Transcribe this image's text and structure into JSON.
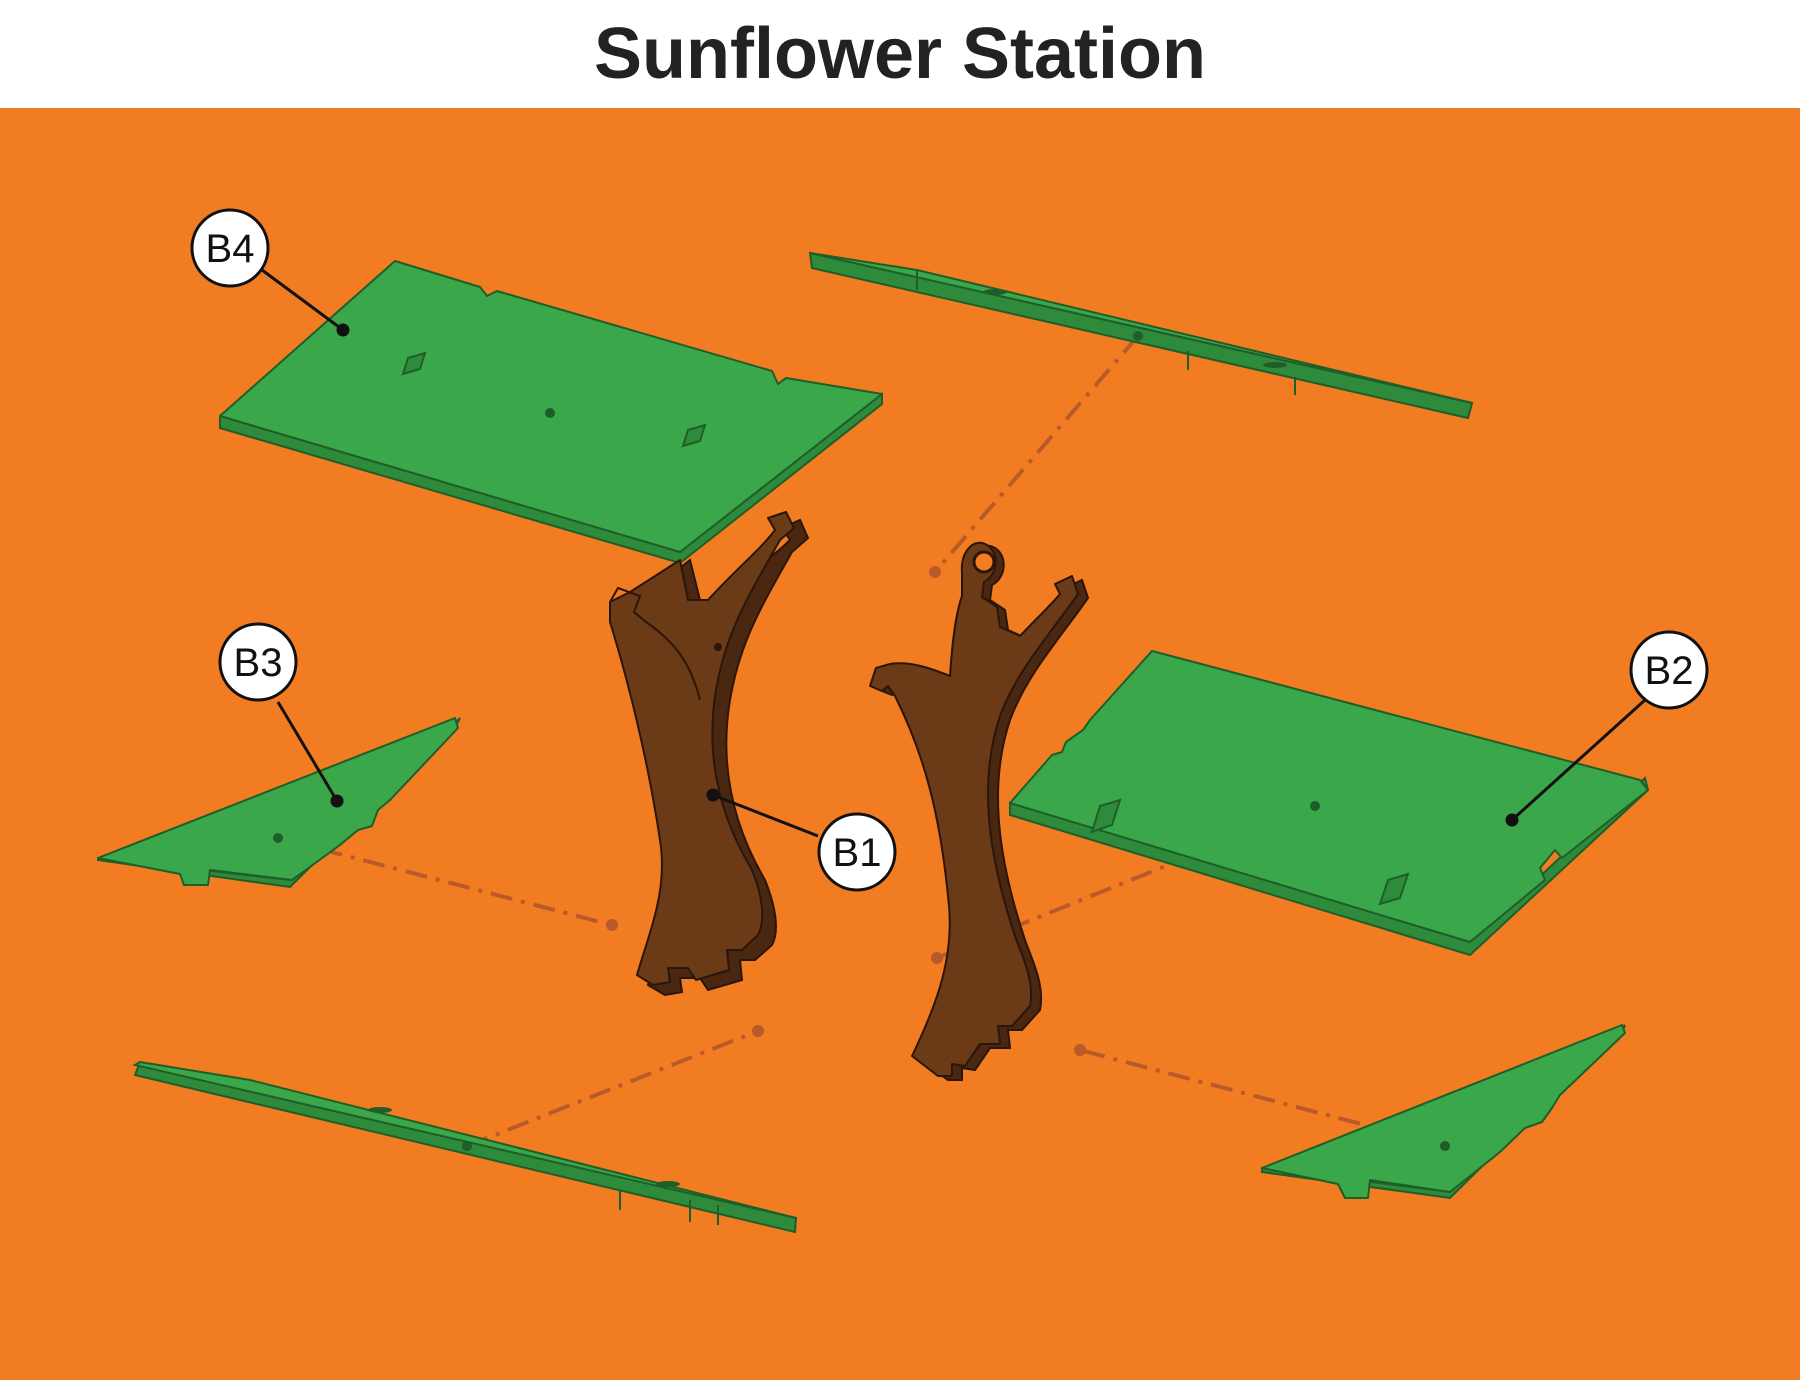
{
  "title": "Sunflower Station",
  "colors": {
    "background": "#F27C22",
    "panel_green": "#3AA84A",
    "panel_edge": "#2E8B3C",
    "trunk_brown": "#6B3A17",
    "trunk_edge": "#4A2710",
    "line_dark": "#111111"
  },
  "labels": {
    "b1": "B1",
    "b2": "B2",
    "b3": "B3",
    "b4": "B4"
  }
}
